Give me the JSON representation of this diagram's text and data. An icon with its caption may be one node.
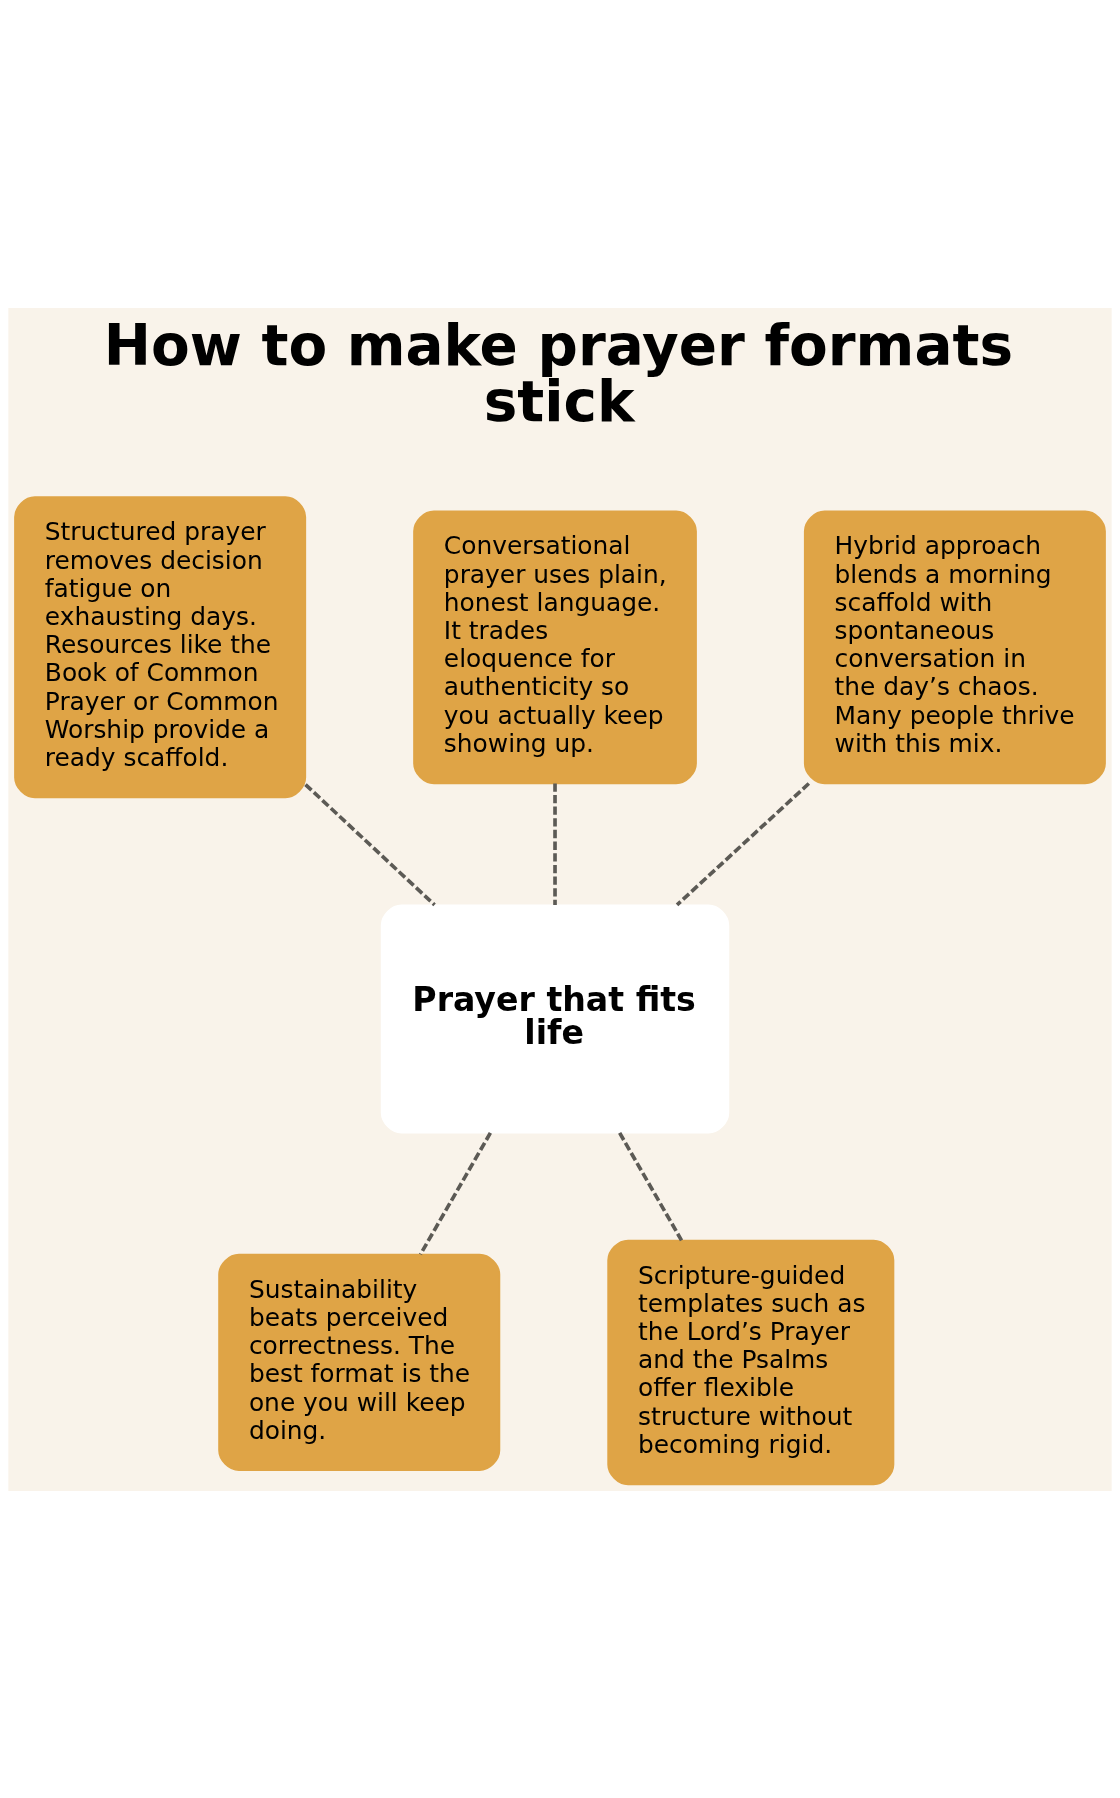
{
  "diagram": {
    "title": "How to make prayer formats stick",
    "nodes": [
      {
        "text": [
          "Structured prayer removes decision fatigue on exhausting days. Resources like the Book of Common Prayer or Common Worship provide a ready scaffold."
        ]
      },
      {
        "text": [
          "Conversational prayer uses plain, honest language. It trades eloquence for authenticity so you actually keep showing up."
        ]
      },
      {
        "text": [
          "Hybrid approach blends a morning scaffold with spontaneous conversation in the day’s chaos. Many people thrive with this mix."
        ]
      },
      {
        "text": [
          "Prayer that fits life"
        ]
      },
      {
        "text": [
          "Sustainability beats perceived correctness. The best format is the one you will keep doing."
        ]
      },
      {
        "text": [
          "Scripture-guided templates such as the Lord’s Prayer and the Psalms offer flexible structure without becoming rigid."
        ]
      }
    ],
    "edges": [
      {
        "from": 0,
        "to": 3,
        "arrow": "none",
        "style": "dashed"
      },
      {
        "from": 1,
        "to": 3,
        "arrow": "none",
        "style": "dashed"
      },
      {
        "from": 2,
        "to": 3,
        "arrow": "none",
        "style": "dashed"
      },
      {
        "from": 3,
        "to": 4,
        "arrow": "none",
        "style": "dashed"
      },
      {
        "from": 3,
        "to": 5,
        "arrow": "none",
        "style": "dashed"
      }
    ]
  }
}
